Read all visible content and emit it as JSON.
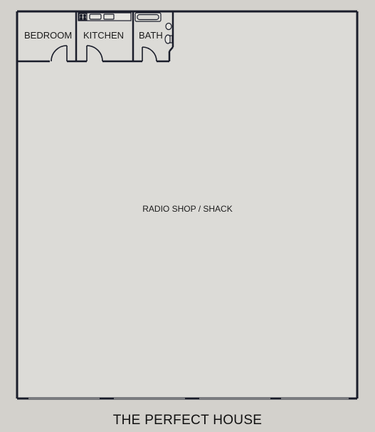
{
  "plan": {
    "rooms": {
      "bedroom": "BEDROOM",
      "kitchen": "KITCHEN",
      "bath": "BATH",
      "shop": "RADIO SHOP / SHACK"
    },
    "caption": "THE PERFECT HOUSE"
  },
  "colors": {
    "background": "#d3d1cc",
    "floor": "#dcdbd7",
    "wall": "#1a1d2a",
    "text": "#1a1a1a"
  }
}
